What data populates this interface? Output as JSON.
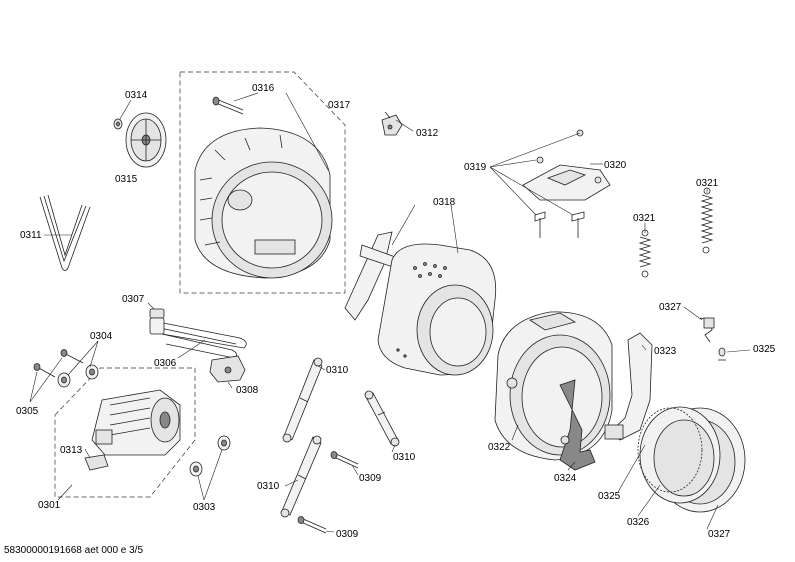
{
  "labels": {
    "l0301": "0301",
    "l0303": "0303",
    "l0304": "0304",
    "l0305": "0305",
    "l0306": "0306",
    "l0307": "0307",
    "l0308": "0308",
    "l0309a": "0309",
    "l0309b": "0309",
    "l0310a": "0310",
    "l0310b": "0310",
    "l0310c": "0310",
    "l0311": "0311",
    "l0312": "0312",
    "l0313": "0313",
    "l0314": "0314",
    "l0315": "0315",
    "l0316": "0316",
    "l0317": "0317",
    "l0318": "0318",
    "l0319": "0319",
    "l0320": "0320",
    "l0321a": "0321",
    "l0321b": "0321",
    "l0322": "0322",
    "l0323": "0323",
    "l0324": "0324",
    "l0325a": "0325",
    "l0325b": "0325",
    "l0326": "0326",
    "l0327a": "0327",
    "l0327b": "0327"
  },
  "footer": {
    "doc_id": "58300000191668 aet 000 e 3/5"
  }
}
